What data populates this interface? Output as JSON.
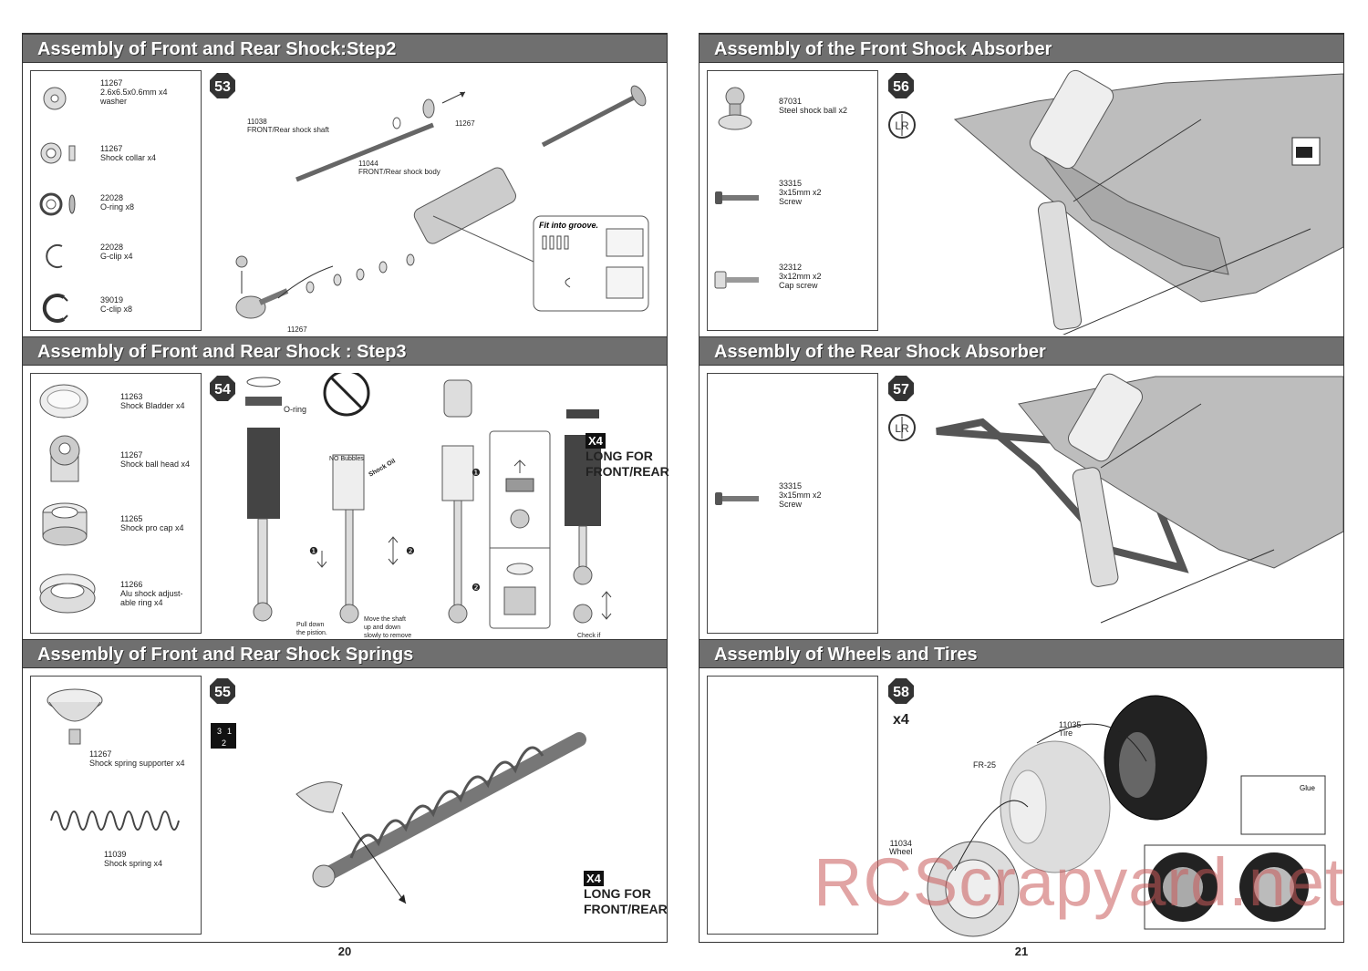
{
  "pages": [
    {
      "number": "20"
    },
    {
      "number": "21"
    }
  ],
  "sections": {
    "s53": {
      "title": "Assembly of Front and Rear Shock:Step2",
      "step": "53",
      "parts": [
        {
          "code": "11267",
          "desc": "2.6x6.5x0.6mm x4\nwasher",
          "icon": "washer-icon"
        },
        {
          "code": "11267",
          "desc": "Shock collar x4",
          "icon": "shock-collar-icon"
        },
        {
          "code": "22028",
          "desc": "O-ring x8",
          "icon": "o-ring-icon"
        },
        {
          "code": "22028",
          "desc": "G-clip x4",
          "icon": "g-clip-icon"
        },
        {
          "code": "39019",
          "desc": "C-clip x8",
          "icon": "c-clip-icon"
        }
      ],
      "labels": {
        "shaft": "11038\nFRONT/Rear shock shaft",
        "body": "11044\nFRONT/Rear shock body",
        "washer_top": "11267",
        "washer_bottom": "11267",
        "groove": "Fit into groove."
      }
    },
    "s54": {
      "title": "Assembly of Front and Rear Shock : Step3",
      "step": "54",
      "parts": [
        {
          "code": "11263",
          "desc": "Shock Bladder x4",
          "icon": "shock-bladder-icon"
        },
        {
          "code": "11267",
          "desc": "Shock ball head x4",
          "icon": "ball-head-icon"
        },
        {
          "code": "11265",
          "desc": "Shock pro cap x4",
          "icon": "pro-cap-icon"
        },
        {
          "code": "11266",
          "desc": "Alu shock adjust-\nable ring x4",
          "icon": "adjust-ring-icon"
        }
      ],
      "labels": {
        "oring": "O-ring",
        "nobubbles": "NO  Bubbles",
        "oil": "Shock Oil",
        "pull": "Pull down\nthe pistion.",
        "move": "Move the shaft\nup and down\nslowly to remove\n bubbles.",
        "check": "Check if\npiston moves\nsmoothly",
        "n1a": "❶",
        "n2a": "❷",
        "n1b": "❶",
        "n2b": "❷"
      },
      "x4": "X4",
      "longfor": "LONG FOR\nFRONT/REAR"
    },
    "s55": {
      "title": "Assembly of Front and Rear Shock Springs",
      "step": "55",
      "parts": [
        {
          "code": "11267",
          "desc": "Shock spring supporter x4",
          "icon": "spring-supporter-icon"
        },
        {
          "code": "11039",
          "desc": "Shock spring x4",
          "icon": "shock-spring-icon"
        }
      ],
      "x4": "X4",
      "longfor": "LONG FOR\nFRONT/REAR"
    },
    "s56": {
      "title": "Assembly of the Front Shock  Absorber",
      "step": "56",
      "parts": [
        {
          "code": "87031",
          "desc": "Steel shock ball x2",
          "icon": "steel-ball-icon"
        },
        {
          "code": "33315",
          "desc": "3x15mm x2\nScrew",
          "icon": "screw-icon"
        },
        {
          "code": "32312",
          "desc": "3x12mm x2\nCap screw",
          "icon": "cap-screw-icon"
        }
      ],
      "lr": "LR"
    },
    "s57": {
      "title": "Assembly of the Rear Shock  Absorber",
      "step": "57",
      "parts": [
        {
          "code": "33315",
          "desc": "3x15mm x2\nScrew",
          "icon": "screw-icon"
        }
      ],
      "lr": "LR"
    },
    "s58": {
      "title": "Assembly of Wheels and Tires",
      "step": "58",
      "x4": "x4",
      "labels": {
        "tire": "11035\nTire",
        "foam": "FR-25",
        "wheel": "11034\nWheel",
        "glue": "Glue"
      }
    }
  },
  "watermark": "RCScrapyard.net"
}
